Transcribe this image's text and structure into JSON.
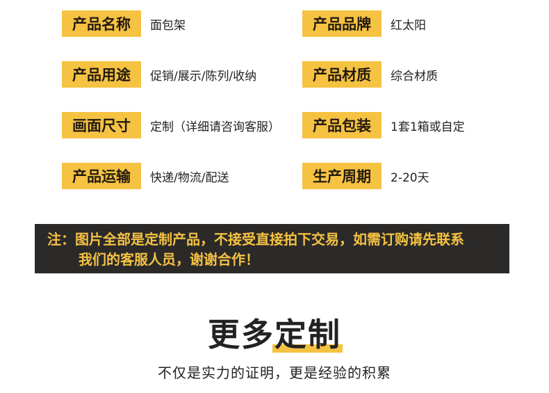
{
  "specs": [
    {
      "label": "产品名称",
      "value": "面包架"
    },
    {
      "label": "产品品牌",
      "value": "红太阳"
    },
    {
      "label": "产品用途",
      "value": "促销/展示/陈列/收纳"
    },
    {
      "label": "产品材质",
      "value": "综合材质"
    },
    {
      "label": "画面尺寸",
      "value": "定制（详细请咨询客服）"
    },
    {
      "label": "产品包装",
      "value": "1套1箱或自定"
    },
    {
      "label": "产品运输",
      "value": "快递/物流/配送"
    },
    {
      "label": "生产周期",
      "value": "2-20天"
    }
  ],
  "notice": {
    "line1": "注：图片全部是定制产品，不接受直接拍下交易，如需订购请先联系",
    "line2": "我们的客服人员，谢谢合作！"
  },
  "section": {
    "title_plain": "更多",
    "title_highlight": "定制",
    "subtitle": "不仅是实力的证明，更是经验的积累"
  },
  "colors": {
    "accent_yellow": "#f5c242",
    "notice_bg": "#2b2a29",
    "text_dark": "#222222"
  }
}
